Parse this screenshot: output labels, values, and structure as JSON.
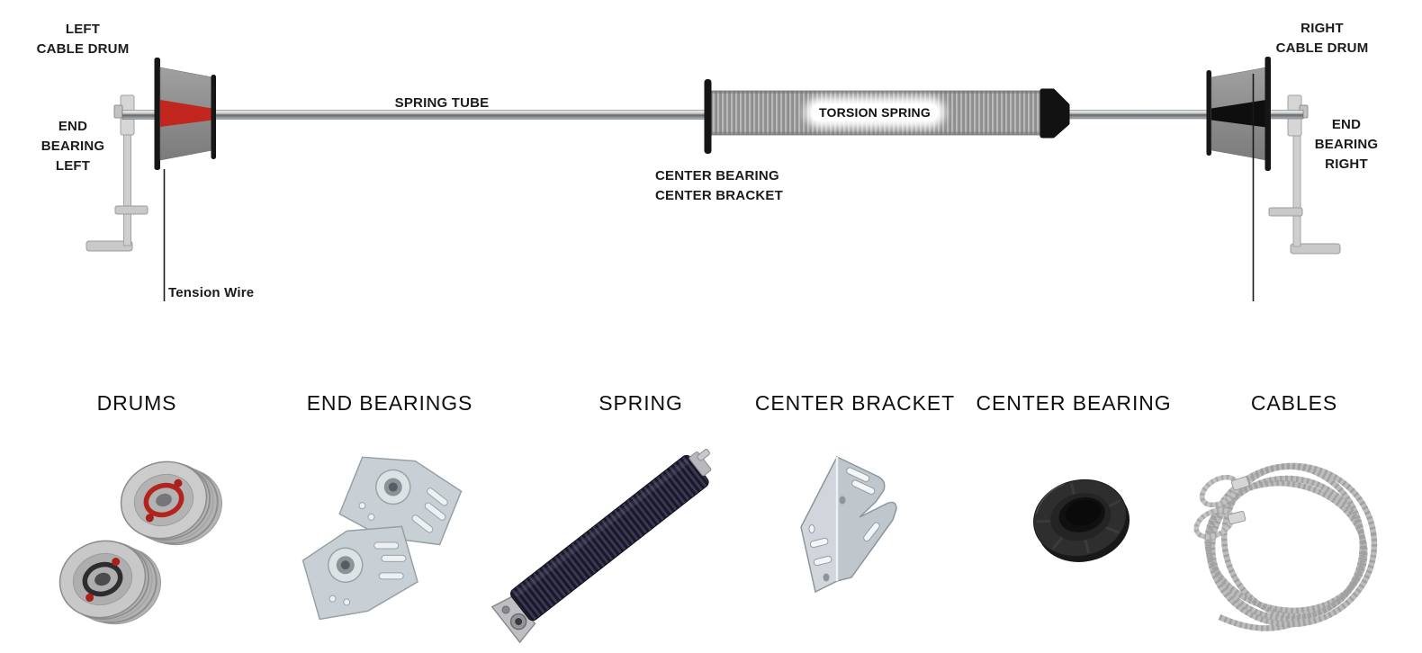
{
  "diagram": {
    "labels": {
      "left_cable_drum": [
        "LEFT",
        "CABLE DRUM"
      ],
      "end_bearing_left": [
        "END",
        "BEARING",
        "LEFT"
      ],
      "tension_wire": "Tension Wire",
      "spring_tube": "SPRING TUBE",
      "torsion_spring": "TORSION SPRING",
      "center_bearing_bracket": [
        "CENTER BEARING",
        "CENTER BRACKET"
      ],
      "right_cable_drum": [
        "RIGHT",
        "CABLE DRUM"
      ],
      "end_bearing_right": [
        "END",
        "BEARING",
        "RIGHT"
      ]
    },
    "colors": {
      "drum_body": "#8f8f8f",
      "left_drum_cone": "#c2271f",
      "right_drum_cone": "#0e0e0e",
      "flange_bar": "#161616",
      "spring_base": "#ababab",
      "bracket_gray": "#cccccc",
      "spring_coil_navy": "#232338"
    }
  },
  "parts": [
    {
      "label": "DRUMS",
      "icon": "cable-drums-photo"
    },
    {
      "label": "END BEARINGS",
      "icon": "end-bearing-plates-photo"
    },
    {
      "label": "SPRING",
      "icon": "torsion-spring-photo"
    },
    {
      "label": "CENTER BRACKET",
      "icon": "center-bracket-photo"
    },
    {
      "label": "CENTER BEARING",
      "icon": "center-bearing-photo"
    },
    {
      "label": "CABLES",
      "icon": "lift-cables-photo"
    }
  ]
}
